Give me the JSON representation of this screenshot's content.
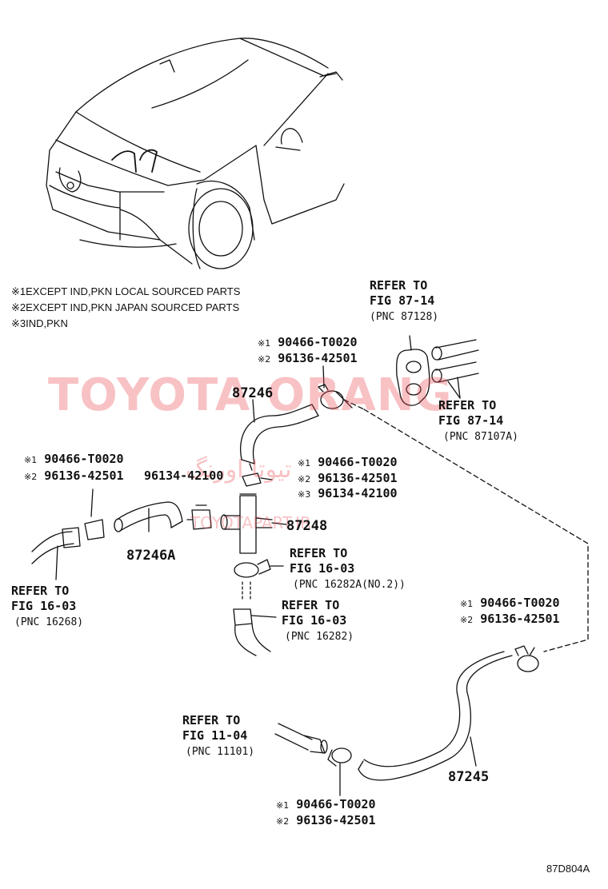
{
  "watermark": {
    "brand": "TOYOTA ORANG",
    "persian": "تیوتا اورنگ",
    "site": "TOYOTAPART.IR",
    "color": "#eb4650"
  },
  "notes": [
    {
      "mark": "※1",
      "text": "EXCEPT IND,PKN LOCAL SOURCED PARTS"
    },
    {
      "mark": "※2",
      "text": "EXCEPT IND,PKN JAPAN SOURCED PARTS"
    },
    {
      "mark": "※3",
      "text": "IND,PKN"
    }
  ],
  "refers": {
    "r8714a": {
      "l1": "REFER TO",
      "l2": "FIG 87-14",
      "pnc": "(PNC 87128)"
    },
    "r8714b": {
      "l1": "REFER TO",
      "l2": "FIG 87-14",
      "pnc": "(PNC 87107A)"
    },
    "r1603a": {
      "l1": "REFER TO",
      "l2": "FIG 16-03",
      "pnc": "(PNC 16268)"
    },
    "r1603b": {
      "l1": "REFER TO",
      "l2": "FIG 16-03",
      "pnc": "(PNC 16282A(NO.2))"
    },
    "r1603c": {
      "l1": "REFER TO",
      "l2": "FIG 16-03",
      "pnc": "(PNC 16282)"
    },
    "r1104": {
      "l1": "REFER TO",
      "l2": "FIG 11-04",
      "pnc": "(PNC 11101)"
    }
  },
  "callouts": {
    "c1": {
      "m1": "※1",
      "p1": "90466-T0020",
      "m2": "※2",
      "p2": "96136-42501"
    },
    "c2": {
      "m1": "※1",
      "p1": "90466-T0020",
      "m2": "※2",
      "p2": "96136-42501"
    },
    "c3": {
      "m1": "※1",
      "p1": "90466-T0020",
      "m2": "※2",
      "p2": "96136-42501",
      "m3": "※3",
      "p3": "96134-42100"
    },
    "c4": {
      "m1": "※1",
      "p1": "90466-T0020",
      "m2": "※2",
      "p2": "96136-42501"
    },
    "c5": {
      "m1": "※1",
      "p1": "90466-T0020",
      "m2": "※2",
      "p2": "96136-42501"
    },
    "c6": {
      "p": "96134-42100"
    }
  },
  "parts": {
    "p87246": "87246",
    "p87246a": "87246A",
    "p87248": "87248",
    "p87245": "87245"
  },
  "figure_id": "87D804A"
}
